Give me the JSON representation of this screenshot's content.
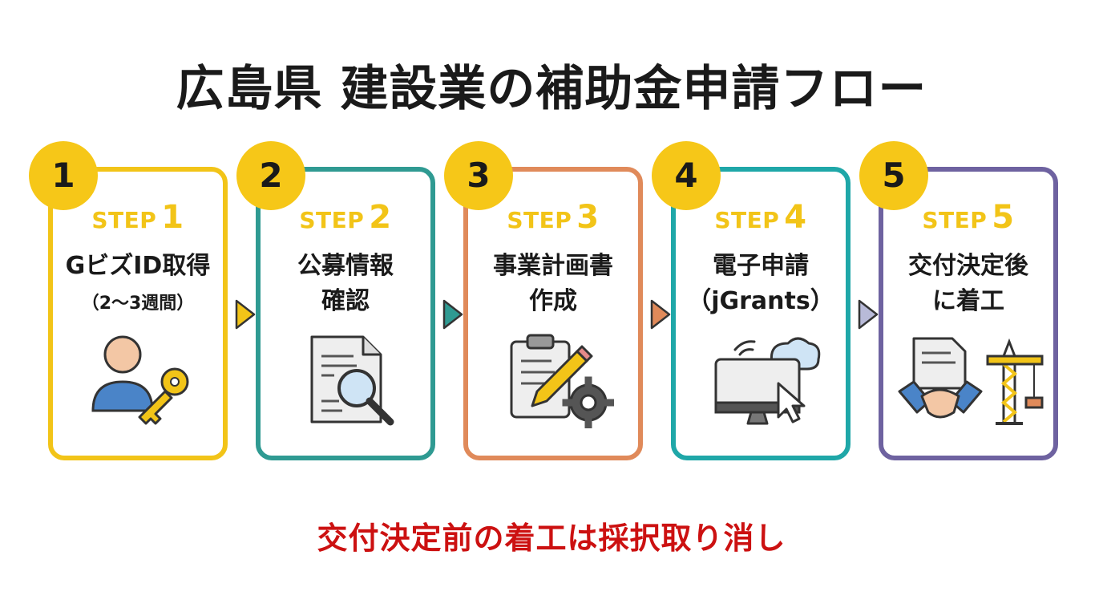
{
  "title": "広島県 建設業の補助金申請フロー",
  "warning": "交付決定前の着工は採択取り消し",
  "steps": [
    {
      "number": "1",
      "step_word": "STEP",
      "step_num": "1",
      "title_line1": "GビズID取得",
      "title_line2": "",
      "subtitle": "（2～3週間）",
      "icon": "user-key-icon",
      "color": "#f2c418"
    },
    {
      "number": "2",
      "step_word": "STEP",
      "step_num": "2",
      "title_line1": "公募情報",
      "title_line2": "確認",
      "subtitle": "",
      "icon": "document-search-icon",
      "color": "#2f9a92"
    },
    {
      "number": "3",
      "step_word": "STEP",
      "step_num": "3",
      "title_line1": "事業計画書",
      "title_line2": "作成",
      "subtitle": "",
      "icon": "clipboard-pencil-gear-icon",
      "color": "#e08a5a"
    },
    {
      "number": "4",
      "step_word": "STEP",
      "step_num": "4",
      "title_line1": "電子申請",
      "title_line2": "（jGrants）",
      "subtitle": "",
      "icon": "computer-cloud-cursor-icon",
      "color": "#1fa7a8"
    },
    {
      "number": "5",
      "step_word": "STEP",
      "step_num": "5",
      "title_line1": "交付決定後",
      "title_line2": "に着工",
      "subtitle": "",
      "icon": "handshake-crane-icon",
      "color": "#6e62a0"
    }
  ]
}
